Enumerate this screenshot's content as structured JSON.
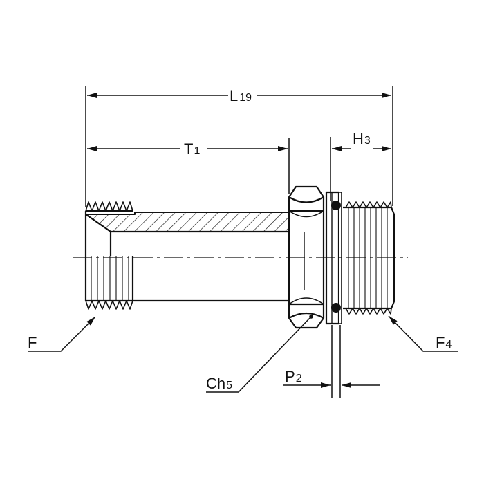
{
  "labels": {
    "overall_length": {
      "main": "L",
      "sub": "19"
    },
    "thread_length": {
      "main": "T",
      "sub": "1"
    },
    "stud_length": {
      "main": "H",
      "sub": "3"
    },
    "thread_left": {
      "main": "F",
      "sub": ""
    },
    "thread_right": {
      "main": "F",
      "sub": "4"
    },
    "hex_size": {
      "main": "Ch",
      "sub": "5"
    },
    "washer_thickness": {
      "main": "P",
      "sub": "2"
    }
  },
  "colors": {
    "line": "#111111",
    "background": "#ffffff"
  }
}
